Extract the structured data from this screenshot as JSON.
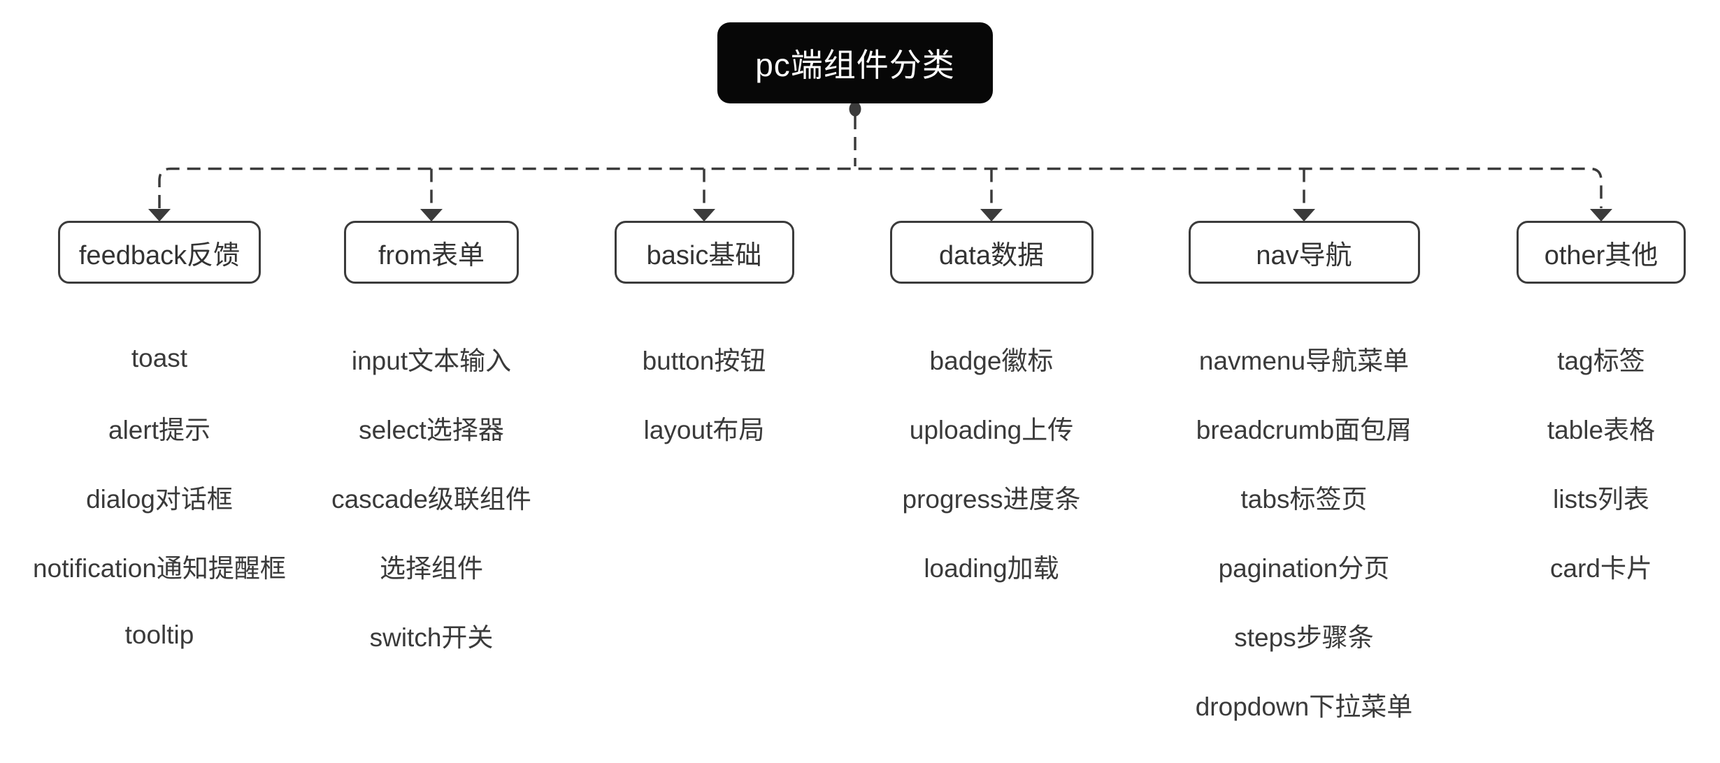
{
  "root": {
    "label": "pc端组件分类"
  },
  "categories": [
    {
      "label": "feedback反馈",
      "items": [
        "toast",
        "alert提示",
        "dialog对话框",
        "notification通知提醒框",
        "tooltip"
      ]
    },
    {
      "label": "from表单",
      "items": [
        "input文本输入",
        "select选择器",
        "cascade级联组件",
        "选择组件",
        "switch开关"
      ]
    },
    {
      "label": "basic基础",
      "items": [
        "button按钮",
        "layout布局"
      ]
    },
    {
      "label": "data数据",
      "items": [
        "badge徽标",
        "uploading上传",
        "progress进度条",
        "loading加载"
      ]
    },
    {
      "label": "nav导航",
      "items": [
        "navmenu导航菜单",
        "breadcrumb面包屑",
        "tabs标签页",
        "pagination分页",
        "steps步骤条",
        "dropdown下拉菜单"
      ]
    },
    {
      "label": "other其他",
      "items": [
        "tag标签",
        "table表格",
        "lists列表",
        "card卡片"
      ]
    }
  ],
  "colors": {
    "background": "#ffffff",
    "root_background": "#070707",
    "root_text": "#ffffff",
    "line": "#3b3b3b",
    "box_border": "#3b3b3b",
    "text": "#3a3a3a"
  }
}
